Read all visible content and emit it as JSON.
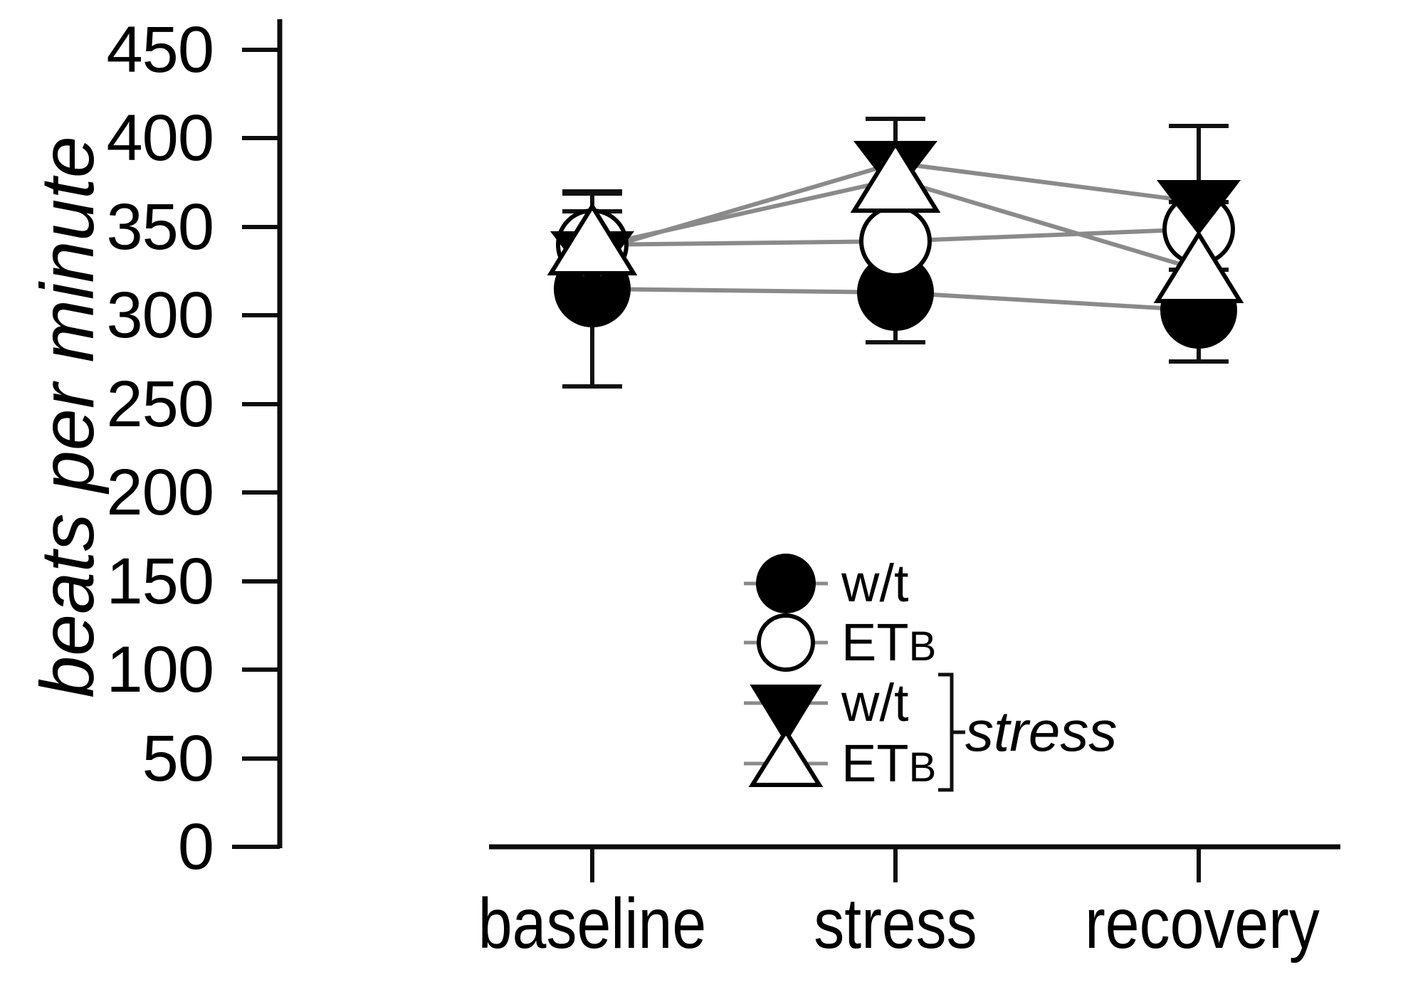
{
  "chart_data": {
    "type": "line",
    "title": "",
    "xlabel": "",
    "ylabel": "beats per minute",
    "categories": [
      "baseline",
      "stress",
      "recovery"
    ],
    "ylim": [
      0,
      450
    ],
    "yticks": [
      0,
      50,
      100,
      150,
      200,
      250,
      300,
      350,
      400,
      450
    ],
    "ytick_labels": [
      "0",
      "50",
      "100",
      "150",
      "200",
      "250",
      "300",
      "350",
      "400",
      "450"
    ],
    "grid": false,
    "legend_position": "center-inside",
    "series": [
      {
        "name": "w/t",
        "marker": "filled-circle",
        "values": [
          315,
          313,
          303
        ],
        "errors": [
          55,
          28,
          29
        ]
      },
      {
        "name": "ETB",
        "marker": "open-circle",
        "values": [
          340,
          342,
          349
        ],
        "errors": [
          29,
          22,
          0
        ]
      },
      {
        "name": "w/t stress",
        "marker": "filled-triangle-down",
        "values": [
          336,
          386,
          364
        ],
        "errors": [
          34,
          25,
          43
        ]
      },
      {
        "name": "ETB stress",
        "marker": "open-triangle-up",
        "values": [
          339,
          377,
          326
        ],
        "errors": [
          31,
          0,
          0
        ]
      }
    ],
    "annotations": [
      {
        "text": "stress",
        "target": "brace grouping the w/t and ETB triangle series"
      }
    ]
  },
  "axes": {
    "y_title": "beats per minute",
    "y_tick_labels": [
      "450",
      "400",
      "350",
      "300",
      "250",
      "200",
      "150",
      "100",
      "50",
      "0"
    ],
    "x_tick_labels": [
      "baseline",
      "stress",
      "recovery"
    ]
  },
  "legend": {
    "entries": [
      {
        "label": "w/t",
        "label_main": "w/t",
        "label_small": "",
        "marker": "filled-circle-icon"
      },
      {
        "label": "ETB",
        "label_main": "ET",
        "label_small": "B",
        "marker": "open-circle-icon"
      },
      {
        "label": "w/t",
        "label_main": "w/t",
        "label_small": "",
        "marker": "filled-triangle-down-icon"
      },
      {
        "label": "ETB",
        "label_main": "ET",
        "label_small": "B",
        "marker": "open-triangle-up-icon"
      }
    ],
    "group_label": "stress"
  },
  "colors": {
    "line": "#8a8a8a",
    "marker_fill": "#000000",
    "marker_open_fill": "#ffffff",
    "axis": "#0d0d0d",
    "text": "#000000",
    "background": "#ffffff"
  }
}
